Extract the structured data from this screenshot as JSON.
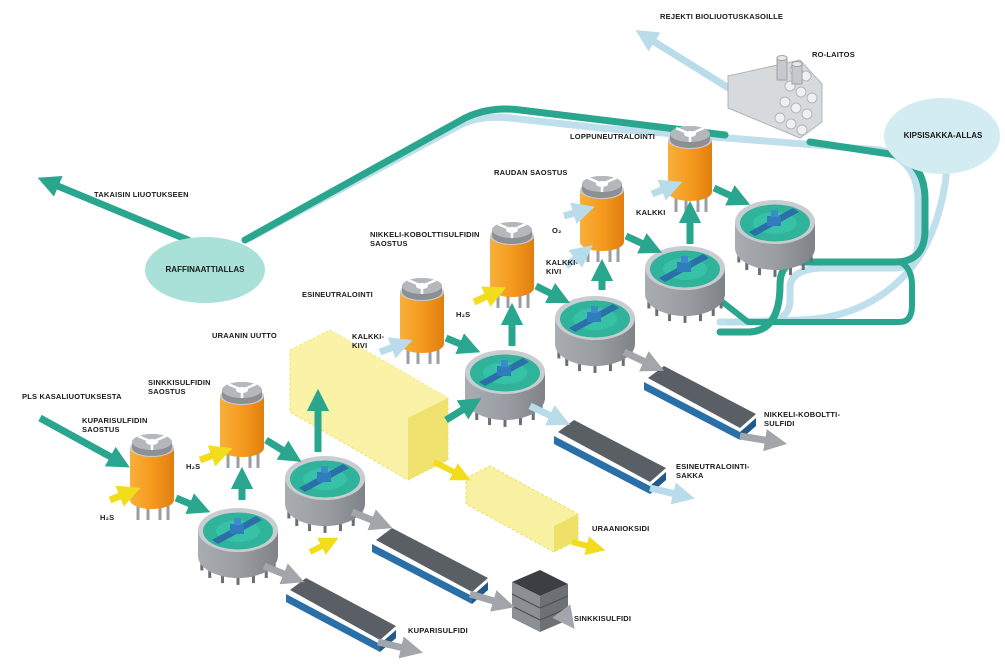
{
  "labels": {
    "reject": "REJEKTI BIOLIUOTUSKASOILLE",
    "ro_plant": "RO-LAITOS",
    "gypsum_pond": "KIPSISAKKA-ALLAS",
    "back_to_leaching": "TAKAISIN LIUOTUKSEEN",
    "raffinate_pond": "RAFFINAATTIALLAS",
    "final_neutralization": "LOPPUNEUTRALOINTI",
    "iron_precipitation": "RAUDAN SAOSTUS",
    "nico_precipitation_1": "NIKKELI-KOBOLTTISULFIDIN",
    "nico_precipitation_2": "SAOSTUS",
    "pre_neutralization": "ESINEUTRALOINTI",
    "uranium_extraction": "URAANIN UUTTO",
    "zinc_precipitation_1": "SINKKISULFIDIN",
    "zinc_precipitation_2": "SAOSTUS",
    "pls_from_heap": "PLS KASALIUOTUKSESTA",
    "copper_precipitation_1": "KUPARISULFIDIN",
    "copper_precipitation_2": "SAOSTUS",
    "o2": "O₂",
    "lime_1": "KALKKI",
    "limestone_nico_1": "KALKKI-",
    "limestone_nico_2": "KIVI",
    "limestone_pre_1": "KALKKI-",
    "limestone_pre_2": "KIVI",
    "h2s_nico": "H₂S",
    "h2s_zinc": "H₂S",
    "h2s_copper": "H₂S",
    "nico_sulfide_1": "NIKKELI-KOBOLTTI-",
    "nico_sulfide_2": "SULFIDI",
    "pre_neutralization_cake_1": "ESINEUTRALOINTI-",
    "pre_neutralization_cake_2": "SAKKA",
    "uranium_oxide": "URAANIOKSIDI",
    "zinc_sulfide": "SINKKISULFIDI",
    "copper_sulfide": "KUPARISULFIDI"
  },
  "colors": {
    "teal": "#2aa58e",
    "teal_dark": "#1e8a76",
    "light_blue": "#b8dcea",
    "pond": "#a9e0d7",
    "orange": "#f59a1e",
    "yellow": "#f2dc1c",
    "gray": "#8f9398",
    "belt_blue": "#2a6fa8"
  }
}
